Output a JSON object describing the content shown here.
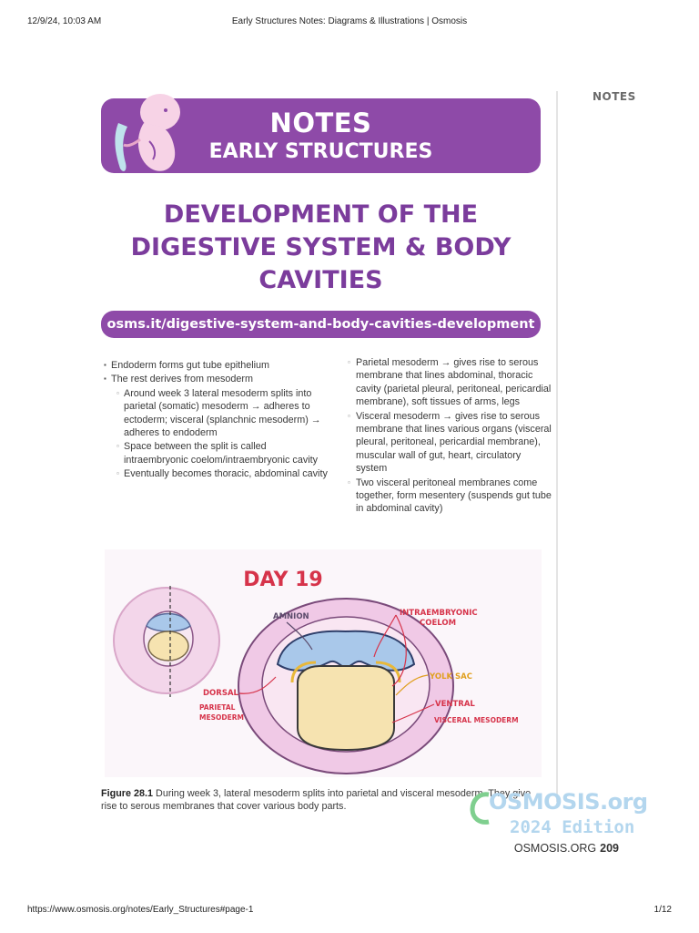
{
  "print_header": {
    "datetime": "12/9/24, 10:03 AM",
    "title": "Early Structures Notes: Diagrams & Illustrations | Osmosis"
  },
  "print_footer": {
    "url": "https://www.osmosis.org/notes/Early_Structures#page-1",
    "page": "1/12"
  },
  "sidebar": {
    "label": "NOTES"
  },
  "banner": {
    "title": "NOTES",
    "subtitle": "EARLY STRUCTURES"
  },
  "main_title": "DEVELOPMENT OF THE DIGESTIVE SYSTEM & BODY CAVITIES",
  "link": "osms.it/digestive-system-and-body-cavities-development",
  "left_column": {
    "item1": "Endoderm forms gut tube epithelium",
    "item2": "The rest derives from mesoderm",
    "sub1": "Around week 3 lateral mesoderm splits into parietal (somatic) mesoderm → adheres to ectoderm; visceral (splanchnic mesoderm) → adheres to endoderm",
    "sub2": "Space between the split is called intraembryonic coelom/intraembryonic cavity",
    "sub3": "Eventually becomes thoracic, abdominal cavity"
  },
  "right_column": {
    "item1": "Parietal mesoderm → gives rise to serous membrane that lines abdominal, thoracic cavity (parietal pleural, peritoneal, pericardial membrane), soft tissues of arms, legs",
    "item2": "Visceral mesoderm → gives rise to serous membrane that lines various organs (visceral pleural, peritoneal, pericardial membrane), muscular wall of gut, heart, circulatory system",
    "item3": "Two visceral peritoneal membranes come together, form mesentery (suspends gut tube in abdominal cavity)"
  },
  "figure": {
    "heading": "DAY 19",
    "labels": {
      "amnion": "AMNION",
      "coelom_1": "INTRAEMBRYONIC",
      "coelom_2": "COELOM",
      "yolk_sac": "YOLK SAC",
      "dorsal": "DORSAL",
      "parietal_1": "PARIETAL",
      "parietal_2": "MESODERM",
      "ventral": "VENTRAL",
      "visceral": "VISCERAL MESODERM"
    },
    "colors": {
      "outer": "#f0c9e6",
      "amnion": "#a9c8ea",
      "yolk": "#f6e3b0",
      "label_red": "#d6334a",
      "label_dark": "#5a4a6a",
      "yolk_label": "#e0a020"
    }
  },
  "caption": {
    "label": "Figure 28.1",
    "text": "During week 3, lateral mesoderm splits into parietal and visceral mesoderm. They give rise to serous membranes that cover various body parts."
  },
  "watermark": {
    "logo": "OSMOSIS.org",
    "edition": "2024 Edition"
  },
  "page_number": {
    "site": "OSMOSIS.ORG",
    "number": "209"
  }
}
